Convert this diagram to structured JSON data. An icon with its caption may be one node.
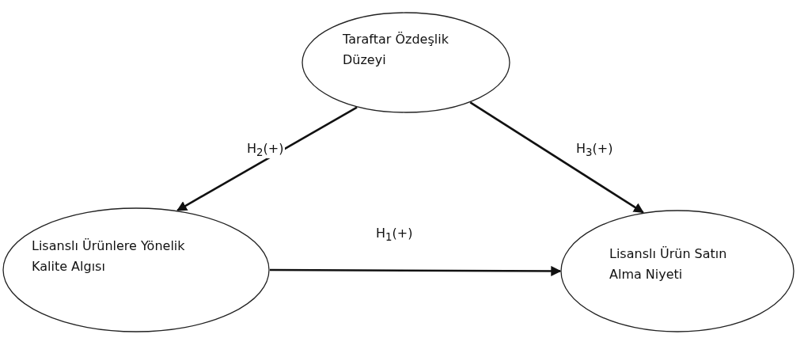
{
  "diagram": {
    "nodes": [
      {
        "text": [
          "Taraftar Özdeşlik Düzeyi"
        ]
      },
      {
        "text": [
          "Lisanslı Ürünlere Yönelik Kalite Algısı"
        ]
      },
      {
        "text": [
          "Lisanslı Ürün Satın Alma Niyeti"
        ]
      }
    ],
    "edges": [
      {
        "from": 0,
        "to": 1,
        "arrow": "to",
        "label": "H$_{2}$(+)"
      },
      {
        "from": 0,
        "to": 2,
        "arrow": "to",
        "label": "H$_{3}$(+)"
      },
      {
        "from": 1,
        "to": 2,
        "arrow": "to",
        "label": "H$_{1}$(+)"
      }
    ]
  }
}
